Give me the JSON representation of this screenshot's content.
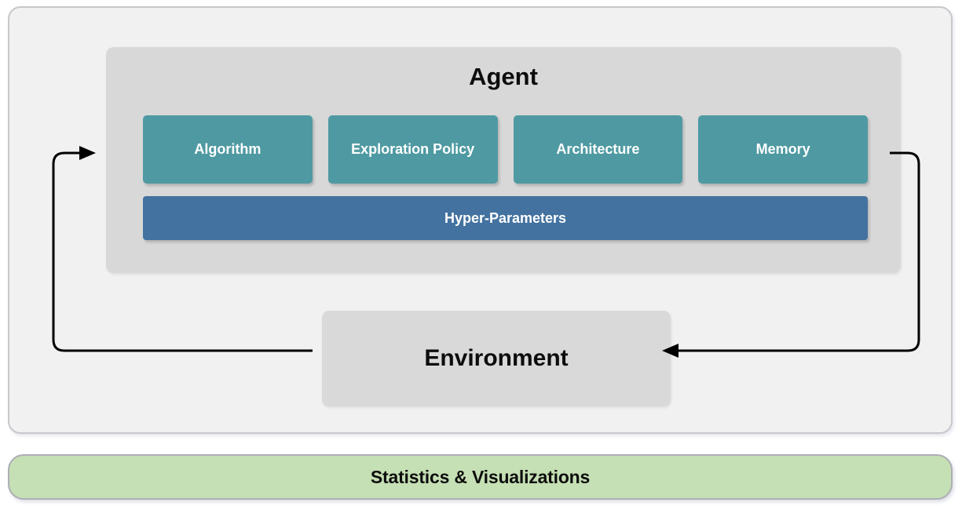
{
  "diagram": {
    "agent": {
      "title": "Agent",
      "modules": [
        "Algorithm",
        "Exploration Policy",
        "Architecture",
        "Memory"
      ],
      "hyper_parameters_label": "Hyper-Parameters"
    },
    "environment": {
      "label": "Environment"
    },
    "stats_bar": {
      "label": "Statistics & Visualizations"
    },
    "colors": {
      "module_teal": "#4F9AA2",
      "hyper_blue": "#4372A0",
      "panel_gray": "#D8D8D8",
      "outer_panel_gray": "#F1F1F2",
      "stats_green": "#C5E0B4",
      "arrow_black": "#000000"
    }
  }
}
